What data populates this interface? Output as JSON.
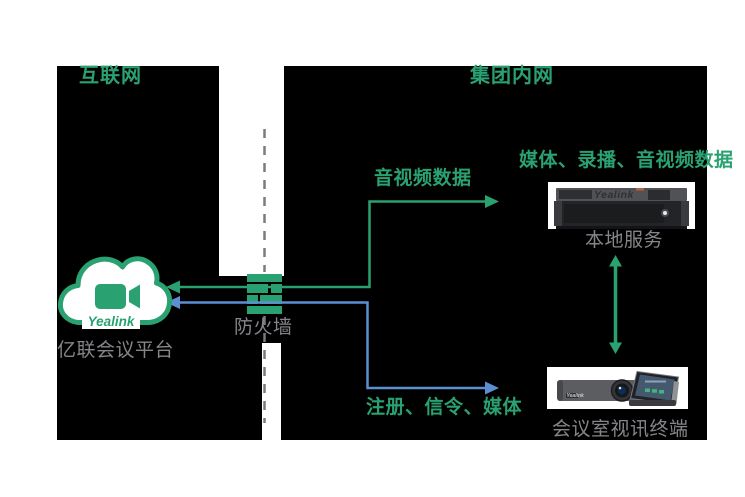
{
  "colors": {
    "green": "#2AA171",
    "blue": "#5C8FD2",
    "gray_label": "#85868A",
    "dash_gray": "#7B7B7B",
    "zone_bg": "#000000"
  },
  "zones": {
    "internet": {
      "title": "互联网"
    },
    "intranet": {
      "title": "集团内网"
    }
  },
  "firewall": {
    "label": "防火墙"
  },
  "cloud_platform": {
    "logo": "Yealink",
    "label": "亿联会议平台"
  },
  "local_server": {
    "logo": "Yealink",
    "label": "本地服务"
  },
  "room_terminal": {
    "logo": "Yealink",
    "label": "会议室视讯终端"
  },
  "flows": {
    "audio_video": {
      "label": "音视频数据"
    },
    "media_recording": {
      "label": "媒体、录播、音视频数据"
    },
    "register_signal_media": {
      "label": "注册、信令、媒体"
    }
  }
}
